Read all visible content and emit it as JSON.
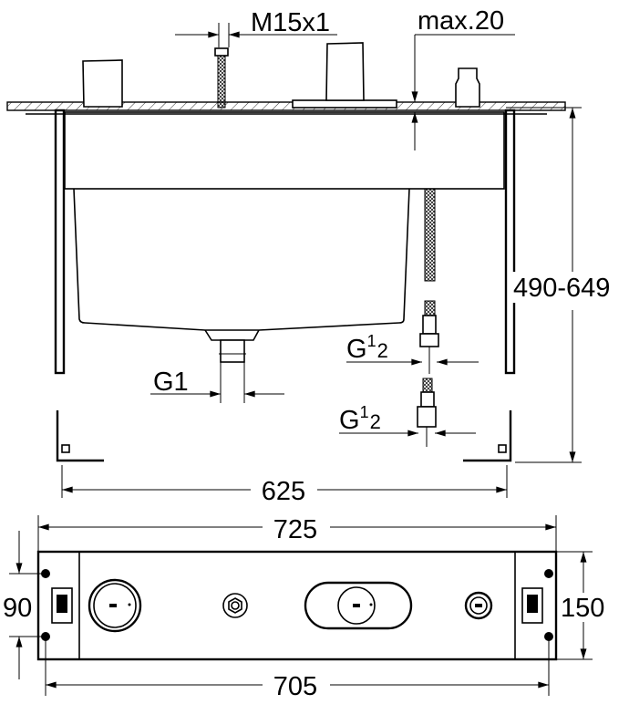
{
  "side_view": {
    "thread_top": "M15x1",
    "max_thickness": "max.20",
    "height_range": "490-649",
    "drain_thread": "G1",
    "supply_thread_1": {
      "base": "G",
      "num": "1",
      "den": "2"
    },
    "supply_thread_2": {
      "base": "G",
      "num": "1",
      "den": "2"
    },
    "bracket_spacing": "625"
  },
  "plan_view": {
    "overall_width": "725",
    "hole_spacing_width": "705",
    "hole_spacing_depth": "90",
    "overall_depth": "150"
  },
  "colors": {
    "line": "#000000",
    "background": "#ffffff"
  }
}
